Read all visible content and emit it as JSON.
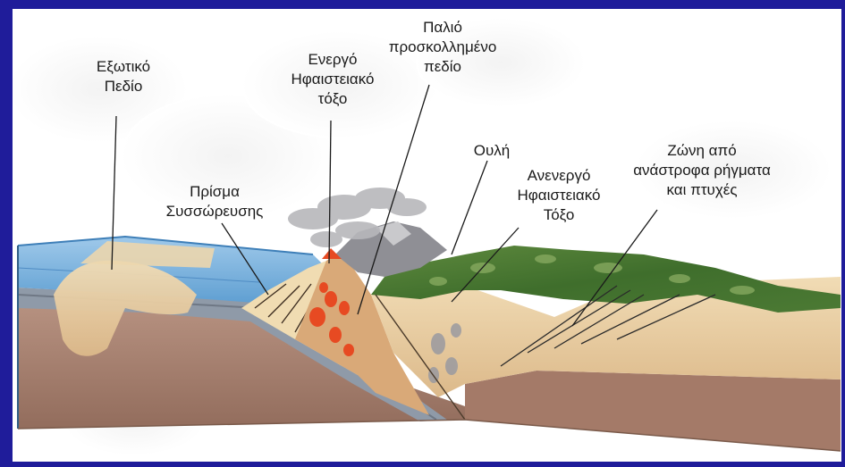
{
  "frame_color": "#1f1c9a",
  "labels": {
    "exotic_field": [
      "Εξωτικό",
      "Πεδίο"
    ],
    "active_arc": [
      "Ενεργό",
      "Ηφαιστειακό",
      "τόξο"
    ],
    "old_field": [
      "Παλιό",
      "προσκολλημένο",
      "πεδίο"
    ],
    "prism": [
      "Πρίσμα",
      "Συσσώρευσης"
    ],
    "suture": [
      "Ουλή"
    ],
    "inactive_arc": [
      "Ανενεργό",
      "Ηφαιστειακό",
      "Τόξο"
    ],
    "fault_zone": [
      "Ζώνη από",
      "ανάστροφα ρήγματα",
      "και πτυχές"
    ]
  }
}
